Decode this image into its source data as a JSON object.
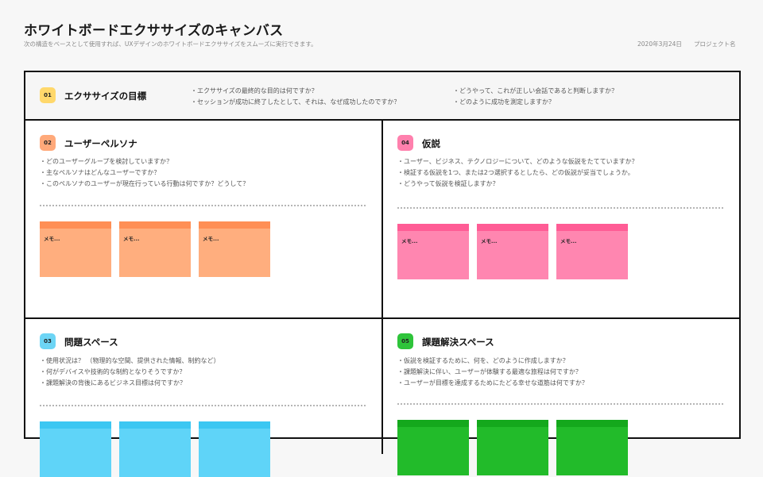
{
  "header": {
    "title": "ホワイトボードエクササイズのキャンバス",
    "subtitle": "次の構造をベースとして使用すれば、UXデザインのホワイトボードエクササイズをスムーズに実行できます。",
    "date": "2020年3月24日",
    "project": "プロジェクト名"
  },
  "goal": {
    "number": "01",
    "title": "エクササイズの目標",
    "color": "#ffd86b",
    "questions_left": [
      "・エクササイズの最終的な目的は何ですか？",
      "・セッションが成功に終了したとして、それは、なぜ成功したのですか？"
    ],
    "questions_right": [
      "・どうやって、これが正しい会話であると判断しますか？",
      "・どのように成功を測定しますか？"
    ]
  },
  "sections": [
    {
      "number": "02",
      "title": "ユーザーペルソナ",
      "badge_color": "#ffa97a",
      "note_color": "#ffae7e",
      "note_top_color": "#ff8f55",
      "questions": [
        "・どのユーザーグループを検討していますか？",
        "・主なペルソナはどんなユーザーですか？",
        "・このペルソナのユーザーが現在行っている行動は何ですか？どうして？"
      ],
      "notes": [
        "メモ...",
        "メモ...",
        "メモ..."
      ]
    },
    {
      "number": "04",
      "title": "仮説",
      "badge_color": "#ff80ad",
      "note_color": "#ff86b0",
      "note_top_color": "#ff5c95",
      "questions": [
        "・ユーザー、ビジネス、テクノロジーについて、どのような仮説をたてていますか？",
        "・検証する仮説を1つ、または2つ選択するとしたら、どの仮説が妥当でしょうか。",
        "・どうやって仮説を検証しますか？"
      ],
      "notes": [
        "メモ...",
        "メモ...",
        "メモ..."
      ]
    },
    {
      "number": "03",
      "title": "問題スペース",
      "badge_color": "#6dd5f5",
      "note_color": "#5fd4f8",
      "note_top_color": "#3cc7f2",
      "questions": [
        "・使用状況は？ （物理的な空間、提供された情報、制約など）",
        "・何がデバイスや技術的な制約となりそうですか？",
        "・課題解決の背後にあるビジネス目標は何ですか？"
      ],
      "notes": [
        "",
        "",
        ""
      ]
    },
    {
      "number": "05",
      "title": "課題解決スペース",
      "badge_color": "#2ec43a",
      "note_color": "#22bb2a",
      "note_top_color": "#14a81c",
      "questions": [
        "・仮説を検証するために、何を、どのように作成しますか？",
        "・課題解決に伴い、ユーザーが体験する最適な旅程は何ですか？",
        "・ユーザーが目標を達成するためにたどる幸せな道筋は何ですか？"
      ],
      "notes": [
        "",
        "",
        ""
      ]
    }
  ]
}
